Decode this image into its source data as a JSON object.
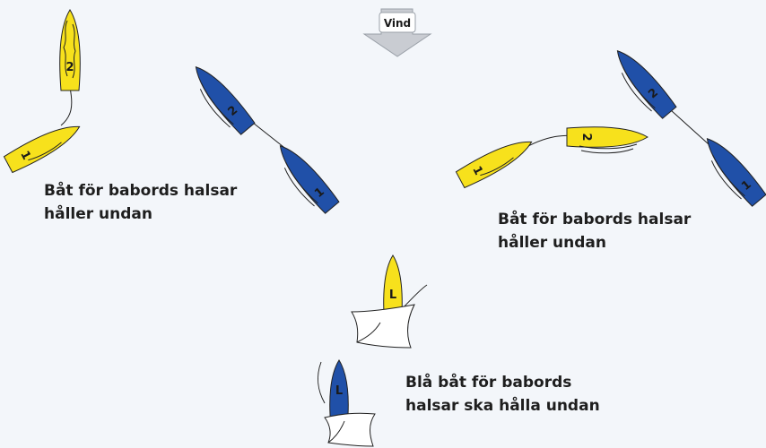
{
  "wind": {
    "label": "Vind"
  },
  "captions": {
    "left": [
      "Båt för babords halsar",
      "håller undan"
    ],
    "right": [
      "Båt för babords halsar",
      "håller undan"
    ],
    "bottom": [
      "Blå båt för babords",
      "halsar ska hålla undan"
    ]
  },
  "boat_labels": {
    "one": "1",
    "two": "2",
    "leeward": "L"
  },
  "colors": {
    "yellow": "#f7e11c",
    "blue": "#2050a8",
    "outline": "#222222",
    "sail": "#ffffff",
    "arrow": "#c9ccd2",
    "background": "#f3f6fa"
  }
}
